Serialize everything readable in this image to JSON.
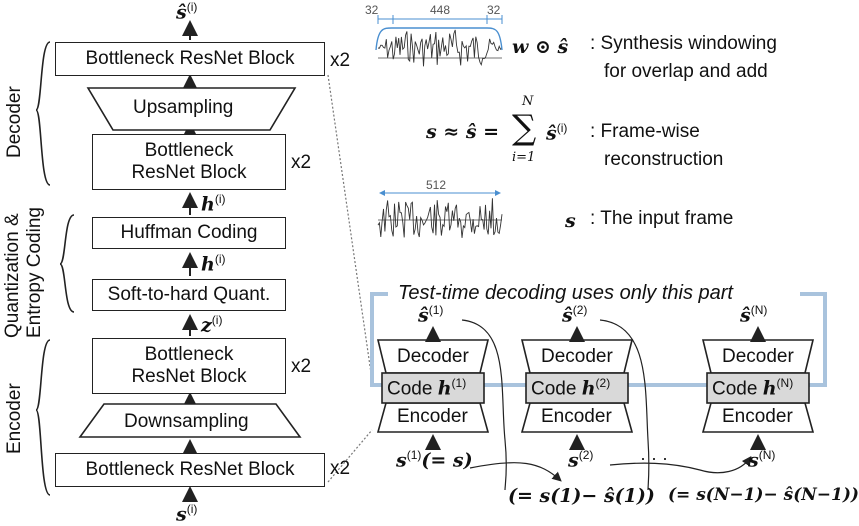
{
  "left_stack": {
    "top_var": "ŝ",
    "top_sup": "(i)",
    "bottom_var": "s",
    "bottom_sup": "(i)",
    "bottleneck_top": "Bottleneck ResNet Block",
    "bottleneck_top_mult": "x2",
    "upsampling": "Upsampling",
    "bottleneck_mid_line1": "Bottleneck",
    "bottleneck_mid_line2": "ResNet Block",
    "bottleneck_mid_mult": "x2",
    "h_var": "h",
    "h_sup": "(i)",
    "huffman": "Huffman Coding",
    "h2_var": "h",
    "h2_sup": "(i)",
    "soft_quant": "Soft-to-hard Quant.",
    "z_var": "z",
    "z_sup": "(i)",
    "enc_bottleneck_line1": "Bottleneck",
    "enc_bottleneck_line2": "ResNet Block",
    "enc_bottleneck_mult": "x2",
    "downsampling": "Downsampling",
    "bottleneck_bottom": "Bottleneck ResNet Block",
    "bottleneck_bottom_mult": "x2",
    "group_decoder": "Decoder",
    "group_quant_line1": "Quantization &",
    "group_quant_line2": "Entropy Coding",
    "group_encoder": "Encoder"
  },
  "waveforms": {
    "top_left_overlap": "32",
    "top_mid": "448",
    "top_right_overlap": "32",
    "bottom_len": "512"
  },
  "equations": {
    "window_lhs": "w ⊙ ŝ",
    "window_desc_line1": ": Synthesis windowing",
    "window_desc_line2": "for overlap and add",
    "recon_lhs": "s ≈ ŝ = ",
    "recon_sum_top": "N",
    "recon_sum_bottom": "i=1",
    "recon_term": "ŝ",
    "recon_term_sup": "(i)",
    "recon_desc_line1": ": Frame-wise",
    "recon_desc_line2": "reconstruction",
    "input_lhs": "s",
    "input_desc": ": The input frame"
  },
  "test_time": {
    "caption": "Test-time decoding uses only this part",
    "units": [
      {
        "out_var": "ŝ",
        "out_sup": "(1)",
        "decoder": "Decoder",
        "code": "Code",
        "code_var": "h",
        "code_sup": "(1)",
        "encoder": "Encoder",
        "in_var": "s",
        "in_sup": "(1)",
        "in_extra": "(= s)"
      },
      {
        "out_var": "ŝ",
        "out_sup": "(2)",
        "decoder": "Decoder",
        "code": "Code",
        "code_var": "h",
        "code_sup": "(2)",
        "encoder": "Encoder",
        "in_var": "s",
        "in_sup": "(2)",
        "in_extra": ""
      },
      {
        "out_var": "ŝ",
        "out_sup": "(N)",
        "decoder": "Decoder",
        "code": "Code",
        "code_var": "h",
        "code_sup": "(N)",
        "encoder": "Encoder",
        "in_var": "s",
        "in_sup": "(N)",
        "in_extra": ""
      }
    ],
    "dots": "· · ·",
    "residual1": "(= s(1)− ŝ(1))",
    "residualN": "(= s(N−1)− ŝ(N−1))"
  },
  "colors": {
    "accent_blue": "#a9c3dd",
    "code_gray": "#d9d9d9",
    "arrow_blue": "#4a8fd0"
  }
}
